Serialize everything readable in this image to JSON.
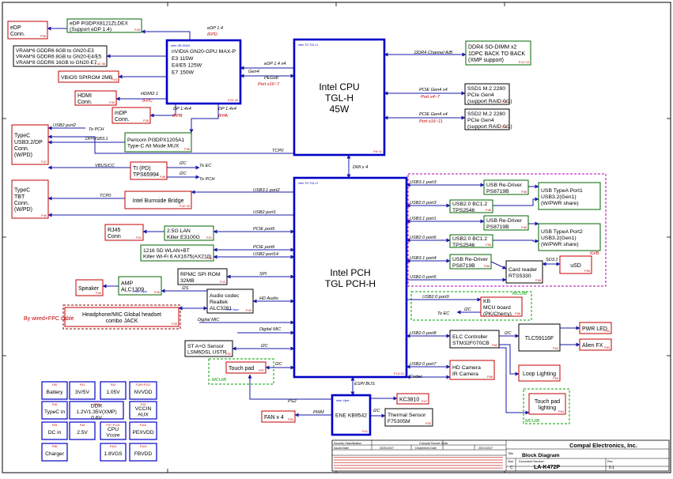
{
  "colors": {
    "wire": "#1818a8",
    "box": "#006400",
    "red": "#c00000",
    "blue": "#0000c8",
    "frame": "#000000",
    "magenta": "#b000b0",
    "greenDash": "#00a000",
    "darkred": "#8b0000"
  },
  "chips": {
    "cpu": [
      "Intel CPU",
      "TGL-H",
      "45W"
    ],
    "cpu_ref": "refer TD TGL-H",
    "cpu_page": "P.6~11",
    "pch": [
      "Intel PCH",
      "TGL PCH-H"
    ],
    "pch_ref": "refer TD TGL-H",
    "pch_page": "P.14~21",
    "gpu": [
      "nVIDIA GN20-GPU MAX-P",
      "E3 115W",
      "E4/E5 125W",
      "E7 150W"
    ],
    "gpu_ref": "refer SR-GN20",
    "gpu_page": "P.22~44",
    "ec": [
      "ENE KB9542"
    ],
    "ec_ref": "refer Viper",
    "ec_page": "P.41"
  },
  "boxes": {
    "edp_conn": [
      "eDP",
      "Conn."
    ],
    "edp_conn_page": "P.58",
    "edp_redriver": [
      "eDP PI3DPX8121ZLDEX",
      "(Support eDP 1.4)"
    ],
    "edp_redriver_page": "P.45",
    "vram": [
      "VRAM*6 GDDR6 6GB to GN20-E3",
      "VRAM*8 GDDR6 8GB to GN20-E4/E5",
      "VRAM*8 GDDR6 16GB to GN20-E7"
    ],
    "vram_page": "P.31~36",
    "vbios": [
      "VBIOS SPIROM 2MB"
    ],
    "vbios_page": "P.24",
    "hdmi": [
      "HDMI",
      "Conn."
    ],
    "hdmi_page": "P.40",
    "mdp": [
      "mDP",
      "Conn."
    ],
    "mdp_page": "P.39",
    "typec_usb": [
      "TypeC",
      "USB3.2/DP",
      "Conn.",
      "(W/PD)"
    ],
    "typec_usb_page": "P.47",
    "typec_tbt": [
      "TypeC",
      "TBT",
      "Conn.",
      "(W/PD)"
    ],
    "typec_tbt_page": "P.46",
    "pericom": [
      "Pericom PI3DPX1205A1",
      "Type-C Alt Mode MUX"
    ],
    "pericom_page": "P.46",
    "ti_pd": [
      "TI (PD)",
      "TPS65994"
    ],
    "ti_pd_page": "P.46",
    "burnside": [
      "Intel Burnside Bridge"
    ],
    "burnside_page": "P.42~43",
    "rj45": [
      "RJ45",
      "Conn"
    ],
    "rj45_page": "P.51",
    "lan": [
      "2.5G LAN",
      "Killer E3100G"
    ],
    "lan_page": "P.51",
    "wlan": [
      "1216 SD WLAN+BT",
      "Killer Wi-Fi 6 AX1675(AX210)"
    ],
    "wlan_page": "P.51",
    "spirom": [
      "RPMC SPI ROM",
      "32MB"
    ],
    "spirom_page": "P.13",
    "speaker": [
      "Speaker"
    ],
    "speaker_page": "P.49",
    "amp": [
      "AMP",
      "ALC1309"
    ],
    "amp_ref": "refer Viper",
    "amp_page": "P.49",
    "codec": [
      "Audio codec",
      "Realtek",
      "ALC3281"
    ],
    "codec_ref": "refer Viper",
    "codec_page": "P.49",
    "headphone": [
      "Headphone/MIC Global headset",
      "combo JACK"
    ],
    "headphone_page": "P.49",
    "sensor": [
      "ST A+G Sensor",
      "LSM6DSL USTR"
    ],
    "sensor_page": "P.52",
    "touchpad": [
      "Touch pad"
    ],
    "touchpad_page": "P.57",
    "fan": [
      "FAN x 4"
    ],
    "fan_page": "P.53",
    "kc3810": [
      "KC3810"
    ],
    "kc3810_page": "P.47",
    "thermal": [
      "Thermal Sensor",
      "F75305M"
    ],
    "thermal_page": "P.53",
    "ddr4": [
      "DDR4 SO-DIMM x2",
      "1DPC BACK TO BACK",
      "(XMP support)"
    ],
    "ddr4_page": "P.12~13",
    "ssd1": [
      "SSD1 M.2 2280",
      "PCIe Gen4",
      "(support RAID 0/1)"
    ],
    "ssd1_page": "P.50",
    "ssd2": [
      "SSD2 M.2 2280",
      "PCIe Gen4",
      "(support RAID 0/1)"
    ],
    "ssd2_page": "P.50",
    "redriver1": [
      "USB Re-Driver",
      "PS8719B"
    ],
    "redriver1_page": "P.56",
    "bc1": [
      "USB2.0 BC1.2",
      "TPS2546"
    ],
    "bc1_page": "P.56",
    "redriver2": [
      "USB Re-Driver",
      "PS8719B"
    ],
    "redriver2_page": "P.56",
    "bc2": [
      "USB2.0 BC1.2",
      "TPS2546"
    ],
    "bc2_page": "P.56",
    "redriver3": [
      "USB Re-Driver",
      "PS8719B"
    ],
    "redriver3_page": "P.56",
    "usb_port1": [
      "USB TypeA Port1",
      "USB3.2(Gen1)",
      "(W/PWR share)"
    ],
    "usb_port2": [
      "USB TypeA Port2",
      "USB3.2(Gen1)",
      "(W/PWR share)"
    ],
    "card_reader": [
      "Card reader",
      "RTS5330"
    ],
    "card_reader_page": "P.58",
    "usd": [
      "uSD"
    ],
    "usd_page": "P.58",
    "kb_mcu": [
      "KB",
      "MCU board",
      "(PK/Cherry)"
    ],
    "kb_mcu_page": "P.56",
    "elc": [
      "ELC Controller",
      "STM32F070CB"
    ],
    "elc_page": "P.62",
    "tlc": [
      "TLC59116F"
    ],
    "tlc_page": "P.63",
    "pwr_led": [
      "PWR LED"
    ],
    "pwr_led_page": "P.63",
    "alien_fx": [
      "Alien FX"
    ],
    "alien_fx_page": "P.63",
    "hd_camera": [
      "HD Camera",
      "IR Camera"
    ],
    "hd_camera_page": "P.58",
    "loop_light": [
      "Loop Lighting"
    ],
    "loop_light_page": "P.63",
    "tp_lighting": [
      "Touch pad",
      "lighting"
    ],
    "tp_lighting_page": "P.64"
  },
  "signals": {
    "edp14": "eDP 1.4",
    "ifpd": "IFPD",
    "edp14x4": "eDP 1.4 x4",
    "gen4": "Gen4",
    "peg": "PEGx8",
    "port_x16": "Port x16~7",
    "hdmi21": "HDMI2.1",
    "ifpc": "IFPC",
    "dp14a": "DP 1.4x4",
    "ifpb": "IFPB",
    "dp14b": "DP 1.4x4",
    "ifpa": "IFPA",
    "ddr4": "DDR4 Channel A/B",
    "pcie_gen4a": "PCIE Gen4 x4",
    "port_x4": "Port x4~7",
    "pcie_gen4b": "PCIE Gen4 x4",
    "port_x16b": "Port x16~11",
    "usb2_port2": "USB2 port2",
    "to_pch": "To PCH",
    "dpusb": "DP/USB3.1",
    "vbus": "VBUS/CC",
    "i2c_ec": "I2C",
    "to_ec": "To EC",
    "i2c_pch": "I2C",
    "to_pch2": "To PCH",
    "tcp0": "TCP0",
    "tcp0b": "TCP0",
    "dmi": "DMI x 4",
    "usb31p2": "USB3.1 port2",
    "usb2p1": "USB2 port1",
    "pcie5": "PCIE port5",
    "pcie6": "PCIE port6",
    "usb2p14": "USB2 port14",
    "spi": "SPI",
    "i2s": "I2S",
    "hda": "HD Audio",
    "dmic": "Digital MIC",
    "dmic2": "Digital MIC",
    "i2c_s": "I2C",
    "i2c_tp": "I2C",
    "usb31p3": "USB3.1 port3",
    "usb2p3": "USB2.0 port3",
    "usb31p1": "USB3.1 port1",
    "usb2p6": "USB2.0 port6",
    "usb31p4": "USB3.1 port4",
    "usb2p5": "USB2.0 port5",
    "sd31": "SD3.1",
    "usb2p9": "USB2.0 port9",
    "to_ec2": "To EC",
    "i2c_kb": "I2C",
    "usb2p8": "USB2.0 port8",
    "i2c_elc": "I2C",
    "usb2p7": "USB2.0 port7",
    "codec": "Codec",
    "espi": "ESPI BUS",
    "ps2": "PS2",
    "pwm": "PWM",
    "i2c_ec2": "I2C",
    "io_b": "IO/B",
    "mcu_b1": "MCU/B",
    "mcu_b2": "MCU/B",
    "mcu_b3": "MCU/B",
    "wired": "By wired+FPC cable"
  },
  "power": [
    {
      "label": "Battery",
      "page": "P.60"
    },
    {
      "label": "3V/5V",
      "page": "P.61"
    },
    {
      "label": "1.05V",
      "page": "P.62"
    },
    {
      "label": "NVVDD",
      "page": "P.109~P.107"
    },
    {
      "label": "TypeC in",
      "page": "P.66"
    },
    {
      "label": "DDR\n1.2V/1.35V(XMP)\n0.6V",
      "page": "P.82"
    },
    {
      "label": "VCCIN\nAUX",
      "page": "P.92"
    },
    {
      "label": "DC in",
      "page": "P.84"
    },
    {
      "label": "2.5V",
      "page": "P.45"
    },
    {
      "label": "CPU\nVcore",
      "page": "P.97~P.100"
    },
    {
      "label": "PEXVDD",
      "page": "P.102"
    },
    {
      "label": "Charger",
      "page": "P.86"
    },
    {
      "label": "1.8VGS",
      "page": "P.103"
    },
    {
      "label": "FBVDD",
      "page": "P.104"
    }
  ],
  "titleblock": {
    "security": "Security Classification",
    "secret": "Compal Secret Data",
    "issued": "Issued Date",
    "date1": "2020/10/27",
    "deciphered": "Deciphered Date",
    "date2": "2021/10/27",
    "company": "Compal Electronics, Inc.",
    "title_label": "Title",
    "title": "Block Diagram",
    "doc_label": "Document Number",
    "doc": "LA-K472P",
    "rev_label": "Rev",
    "rev": "0.1",
    "size_label": "Size",
    "size": "C"
  }
}
